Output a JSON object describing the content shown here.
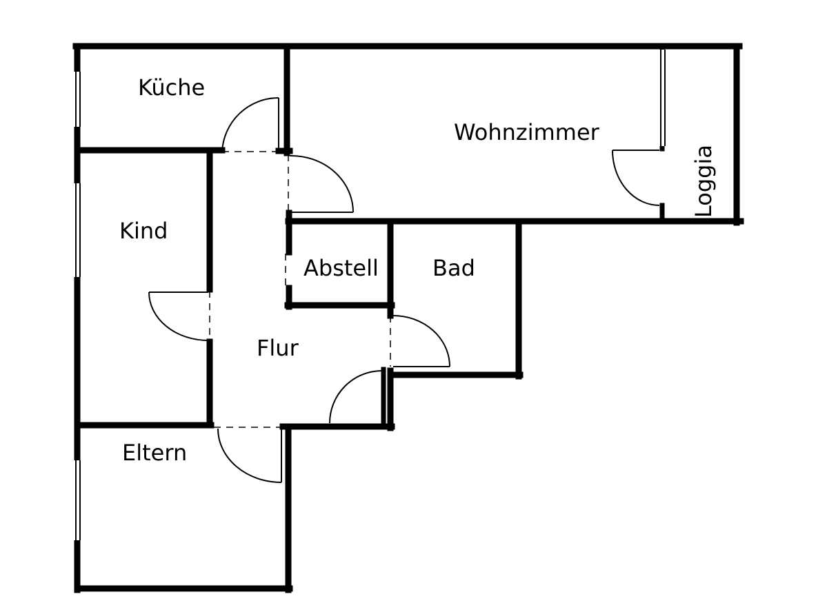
{
  "rooms": {
    "kueche": "Küche",
    "wohnzimmer": "Wohnzimmer",
    "loggia": "Loggia",
    "kind": "Kind",
    "abstell": "Abstell",
    "bad": "Bad",
    "flur": "Flur",
    "eltern": "Eltern"
  },
  "colors": {
    "wall": "#000000",
    "background": "#ffffff"
  }
}
